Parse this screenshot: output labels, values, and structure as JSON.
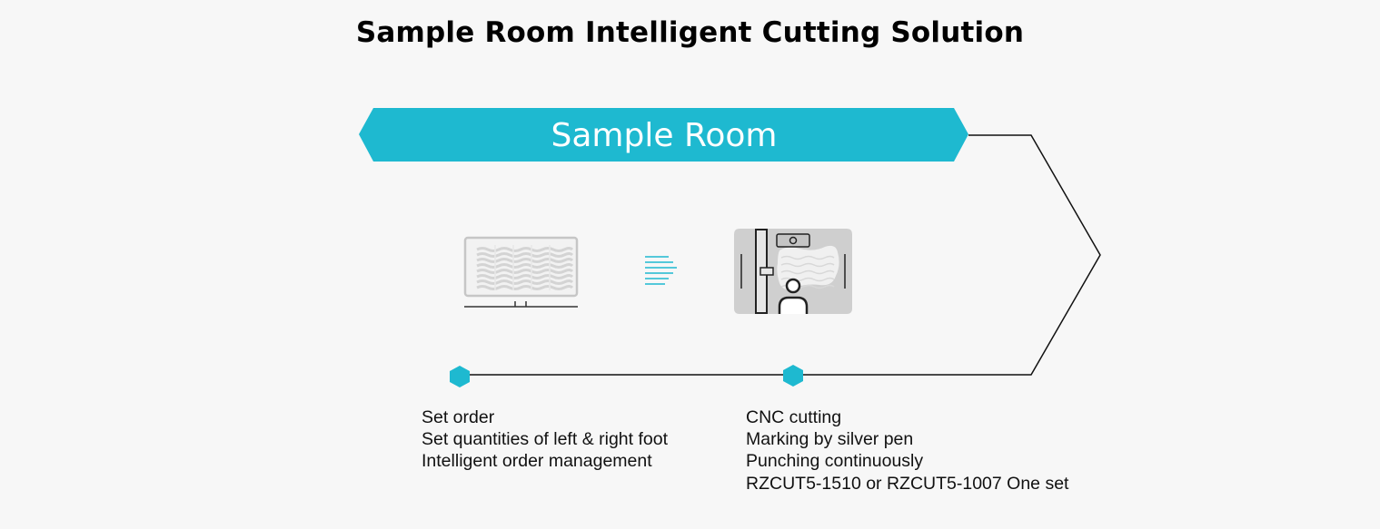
{
  "title": "Sample Room Intelligent Cutting Solution",
  "banner": {
    "label": "Sample Room",
    "color": "#1eb9d0"
  },
  "steps": [
    {
      "icon": "computer-monitor-icon",
      "lines": [
        "Set order",
        "Set quantities of left & right foot",
        "Intelligent order management"
      ]
    },
    {
      "icon": "cnc-cutting-machine-icon",
      "lines": [
        "CNC cutting",
        "Marking by silver pen",
        "Punching continuously",
        "RZCUT5-1510 or RZCUT5-1007 One set"
      ]
    }
  ],
  "colors": {
    "accent": "#1eb9d0",
    "line": "#111111",
    "icon_gray": "#c9c9c9"
  }
}
